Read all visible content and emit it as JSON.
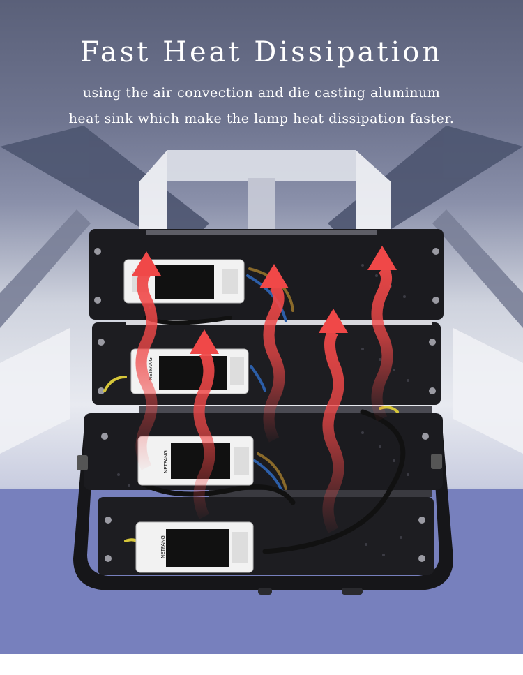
{
  "heading": "Fast Heat Dissipation",
  "subtitle_line1": "using the air convection and die casting aluminum",
  "subtitle_line2": "heat sink which make the lamp heat dissipation faster.",
  "driver_brand": "NETFANG",
  "colors": {
    "arrow": "#f04848",
    "housing": "#1a1a1e",
    "driver": "#f2f2f2"
  }
}
